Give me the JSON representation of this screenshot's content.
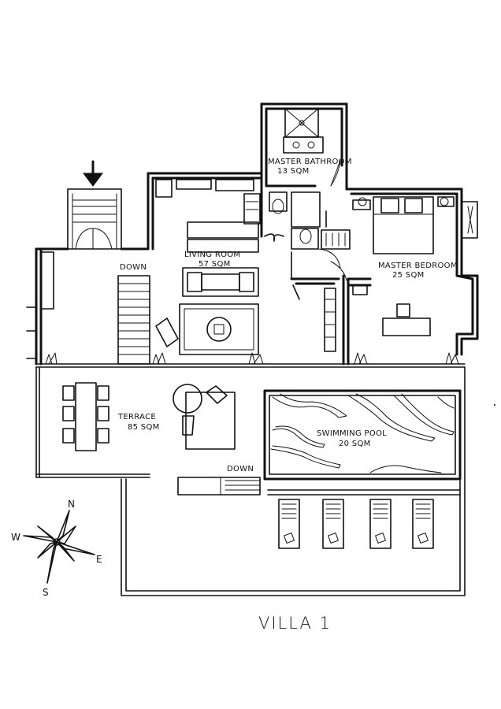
{
  "title": "VILLA 1",
  "rooms": {
    "master_bathroom": {
      "name": "MASTER BATHROOM",
      "area": "13 SQM"
    },
    "living_room": {
      "name": "LIVING ROOM",
      "area": "57 SQM"
    },
    "master_bedroom": {
      "name": "MASTER BEDROOM",
      "area": "25 SQM"
    },
    "terrace": {
      "name": "TERRACE",
      "area": "85 SQM"
    },
    "swimming_pool": {
      "name": "SWIMMING POOL",
      "area": "20 SQM"
    }
  },
  "stairs": {
    "upper": "DOWN",
    "lower": "DOWN"
  },
  "compass": {
    "n": "N",
    "e": "E",
    "s": "S",
    "w": "W"
  },
  "icons": [
    "entrance-arrow-icon",
    "compass-rose-icon"
  ]
}
